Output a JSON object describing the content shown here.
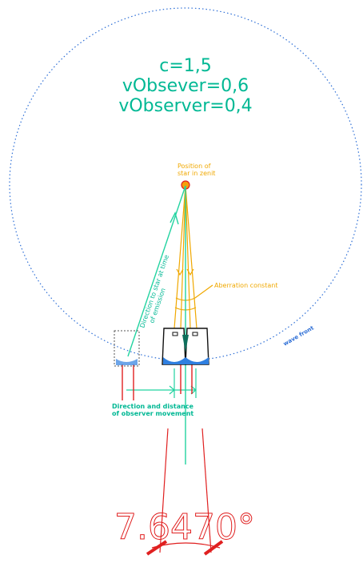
{
  "params": {
    "line1": "c=1,5",
    "line2": "vObsever=0,6",
    "line3": "vObserver=0,4"
  },
  "labels": {
    "star_line1": "Position of",
    "star_line2": "star in zenit",
    "aberration": "Aberration constant",
    "wave_front": "wave front",
    "emission_line1": "Direction to star at time",
    "emission_line2": "of emission",
    "movement_line1": "Direction and distance",
    "movement_line2": "of observer movement",
    "angle": "7.6470°"
  },
  "colors": {
    "text_green": "#00b894",
    "cyan_line": "#22d3a0",
    "orange": "#f0a800",
    "wave_blue": "#2e6fd6",
    "red": "#e02020",
    "telescope_blue": "#2f7fe0",
    "star_fill": "#f59e0b"
  }
}
